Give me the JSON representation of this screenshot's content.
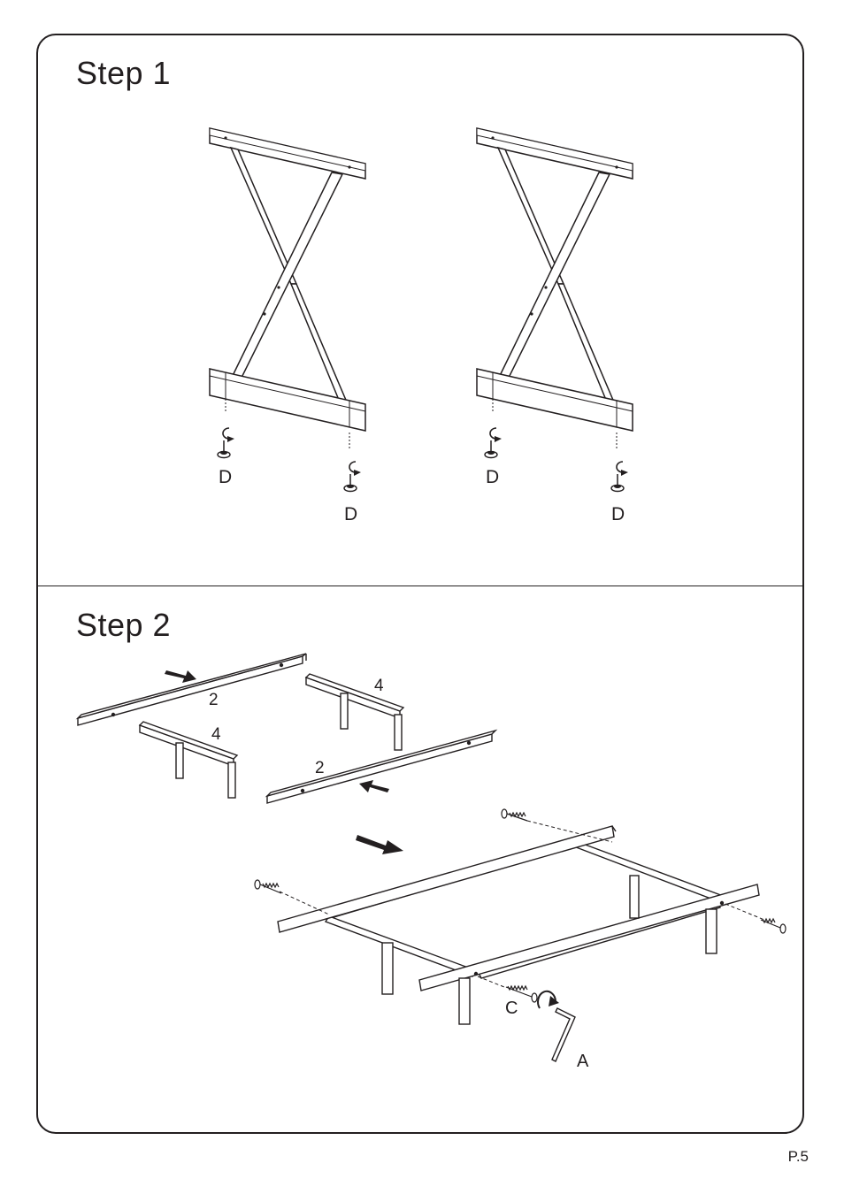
{
  "step1": {
    "title": "Step  1",
    "part_labels": [
      "D",
      "D",
      "D",
      "D"
    ]
  },
  "step2": {
    "title": "Step  2",
    "part_labels": {
      "rail_a": "2",
      "rail_b": "2",
      "leg_frame_a": "4",
      "leg_frame_b": "4",
      "bolt": "C",
      "allen_key": "A"
    }
  },
  "footer": {
    "page_number": "P.5"
  },
  "colors": {
    "ink": "#231f20",
    "paper": "#ffffff"
  },
  "icons": [
    "rotate-arrow-icon",
    "leveler-foot-icon",
    "bolt-icon",
    "allen-key-icon",
    "direction-arrow-icon"
  ]
}
